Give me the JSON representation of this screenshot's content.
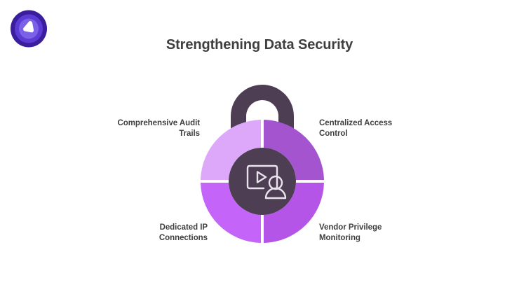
{
  "slide": {
    "background_color": "#FFFFFF",
    "title": "Strengthening Data Security",
    "title_color": "#3F3F3F"
  },
  "logo": {
    "name": "brand-logo",
    "shape": "circular-badge-with-play-triangle",
    "ring_outer_color": "#3A1E9E",
    "ring_mid_color": "#5B3BD4",
    "ring_inner_color": "#7B61E8",
    "mark_color": "#FFFFFF"
  },
  "graphic": {
    "type": "padlock-donut-quadrants",
    "shackle_color": "#4D3E54",
    "hub_color": "#4D3E54",
    "hub_icon": "video-screen-play-person-icon",
    "hub_icon_color": "#E8E3EC",
    "gap_color": "#FFFFFF",
    "segments": [
      {
        "position": "top-left",
        "label_line1": "Comprehensive Audit",
        "label_line2": "Trails",
        "color": "#DDA8FA"
      },
      {
        "position": "top-right",
        "label_line1": "Centralized Access",
        "label_line2": "Control",
        "color": "#A354CE"
      },
      {
        "position": "bottom-left",
        "label_line1": "Dedicated IP",
        "label_line2": "Connections",
        "color": "#C564F8"
      },
      {
        "position": "bottom-right",
        "label_line1": "Vendor Privilege",
        "label_line2": "Monitoring",
        "color": "#B455E8"
      }
    ]
  }
}
